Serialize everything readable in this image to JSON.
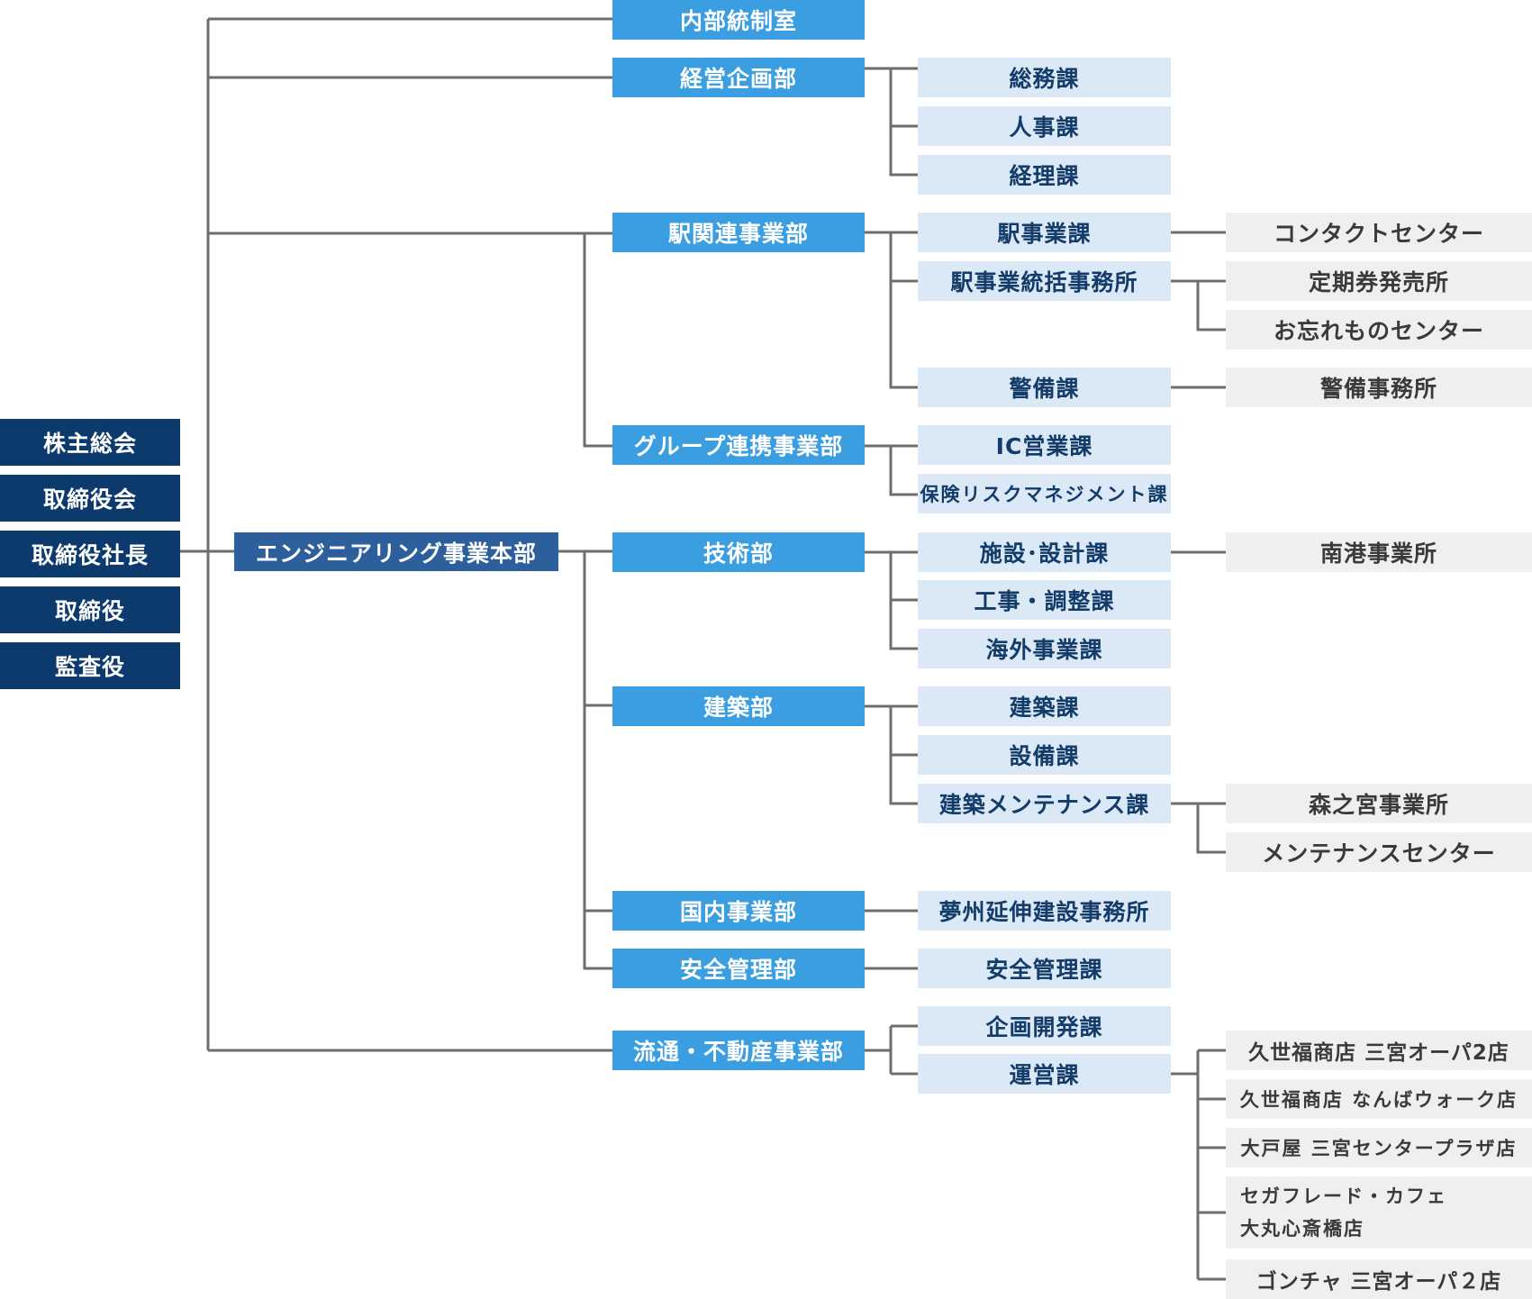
{
  "executives": [
    "株主総会",
    "取締役会",
    "取締役社長",
    "取締役",
    "監査役"
  ],
  "headquarters": "エンジニアリング事業本部",
  "departments": {
    "internal_control": "内部統制室",
    "management_planning": "経営企画部",
    "station_business": "駅関連事業部",
    "group_alliance": "グループ連携事業部",
    "technology": "技術部",
    "architecture": "建築部",
    "domestic": "国内事業部",
    "safety": "安全管理部",
    "distribution_realestate": "流通・不動産事業部"
  },
  "sections": {
    "general_affairs": "総務課",
    "personnel": "人事課",
    "accounting": "経理課",
    "station_affairs": "駅事業課",
    "station_control_office": "駅事業統括事務所",
    "security": "警備課",
    "ic_sales": "IC営業課",
    "insurance_risk": "保険リスクマネジメント課",
    "facility_design": "施設･設計課",
    "construction_adjust": "工事・調整課",
    "overseas": "海外事業課",
    "building": "建築課",
    "equipment": "設備課",
    "building_maintenance": "建築メンテナンス課",
    "yumeshima_office": "夢州延伸建設事務所",
    "safety_management": "安全管理課",
    "planning_dev": "企画開発課",
    "operations": "運営課"
  },
  "units": {
    "contact_center": "コンタクトセンター",
    "commuter_pass": "定期券発売所",
    "lost_found": "お忘れものセンター",
    "security_office": "警備事務所",
    "nanko_office": "南港事業所",
    "morinomiya_office": "森之宮事業所",
    "maintenance_center": "メンテナンスセンター",
    "kuze_sannomiya": "久世福商店 三宮オーパ2店",
    "kuze_namba": "久世福商店 なんばウォーク店",
    "otoya_sannomiya": "大戸屋 三宮センタープラザ店",
    "sega_line1": "セガフレード・カフェ",
    "sega_line2": "大丸心斎橋店",
    "gongcha_sannomiya": "ゴンチャ 三宮オーパ２店"
  },
  "colors": {
    "executive": "#0d3a6c",
    "headquarters": "#2c5f9c",
    "department": "#3a9ee0",
    "section": "#dbe9f6",
    "unit": "#efefef",
    "connector": "#6e6e6e"
  }
}
